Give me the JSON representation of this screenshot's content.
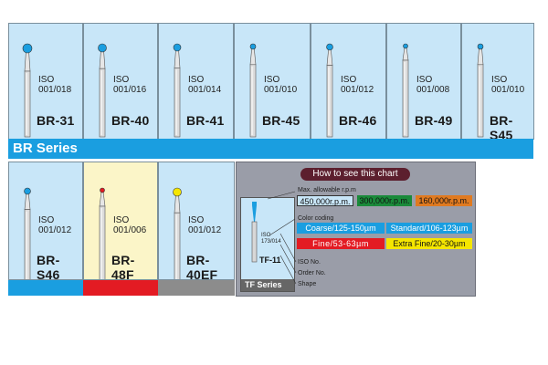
{
  "series_label": "BR Series",
  "row1": [
    {
      "iso": "ISO",
      "number": "001/018",
      "code": "BR-31"
    },
    {
      "iso": "ISO",
      "number": "001/016",
      "code": "BR-40"
    },
    {
      "iso": "ISO",
      "number": "001/014",
      "code": "BR-41"
    },
    {
      "iso": "ISO",
      "number": "001/010",
      "code": "BR-45"
    },
    {
      "iso": "ISO",
      "number": "001/012",
      "code": "BR-46"
    },
    {
      "iso": "ISO",
      "number": "001/008",
      "code": "BR-49"
    },
    {
      "iso": "ISO",
      "number": "001/010",
      "code": "BR-S45"
    }
  ],
  "row2": [
    {
      "iso": "ISO",
      "number": "001/012",
      "code": "BR-S46"
    },
    {
      "iso": "ISO",
      "number": "001/006",
      "code": "BR-48F"
    },
    {
      "iso": "ISO",
      "number": "001/012",
      "code": "BR-40EF"
    }
  ],
  "legend": {
    "title": "How to see this chart",
    "max_rpm_label": "Max. allowable r.p.m",
    "rpm": [
      "450,000r.p.m.",
      "300,000r.p.m.",
      "160,000r.p.m."
    ],
    "color_coding_label": "Color coding",
    "grits": [
      "Coarse/125-150µm",
      "Standard/106-123µm",
      "Fine/53-63µm",
      "Extra Fine/20-30µm"
    ],
    "sample_iso": "ISO",
    "sample_number": "173/014",
    "sample_code": "TF-11",
    "iso_no_label": "ISO No.",
    "order_no_label": "Order No.",
    "shape_label": "Shape",
    "sample_series": "TF Series"
  },
  "colors": {
    "card_bg": "#c8e6f8",
    "yellow_card_bg": "#fbf5c8",
    "series_blue": "#1a9ee0",
    "fine_red": "#e31b23",
    "extra_fine_gray": "#8c8c8c",
    "legend_bg": "#9a9da8",
    "rpm_green": "#1a8a3a",
    "rpm_orange": "#e07a20",
    "grit_yellow": "#f5e600"
  }
}
